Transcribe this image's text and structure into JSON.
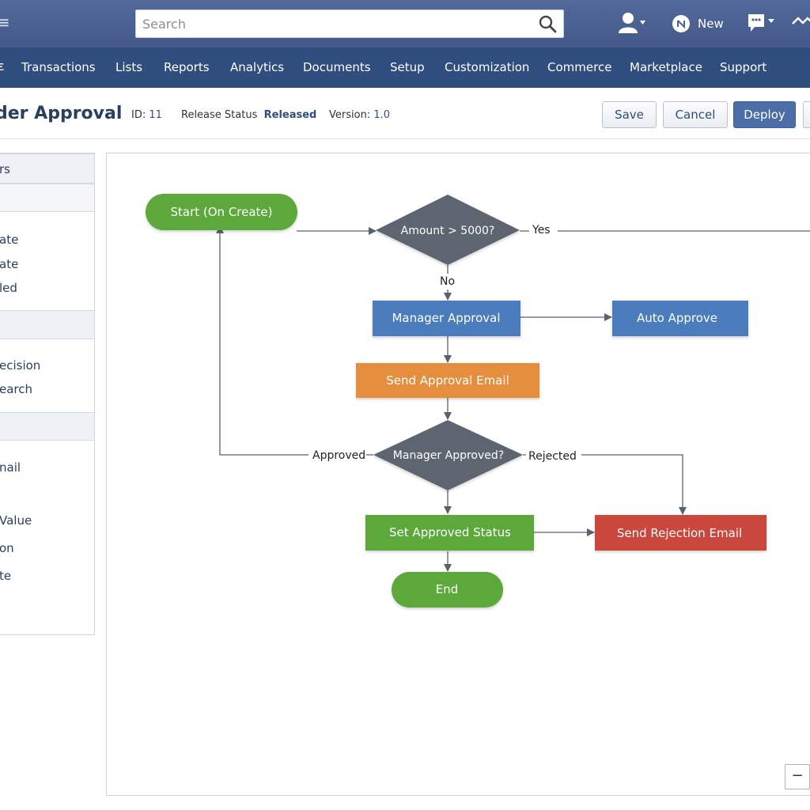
{
  "topbar": {
    "search_placeholder": "Search",
    "icons": [
      "search-icon",
      "user-icon",
      "new-icon",
      "chat-icon",
      "more-icon"
    ],
    "new_label": "New"
  },
  "nav": {
    "items": [
      "Transactions",
      "Lists",
      "Reports",
      "Analytics",
      "Documents",
      "Setup",
      "Customization",
      "Commerce",
      "Marketplace",
      "Support"
    ]
  },
  "header": {
    "title": "der Approval",
    "id_label": "ID:",
    "id_value": "11",
    "release_label": "Release Status",
    "release_value": "Released",
    "version_label": "Version:",
    "version_value": "1.0",
    "save": "Save",
    "cancel": "Cancel",
    "deploy": "Deploy"
  },
  "sidebar": {
    "head1": "rs",
    "items1": [
      "ate",
      "ate",
      "led"
    ],
    "items2": [
      "ecision",
      "earch"
    ],
    "items3": [
      "nail",
      "Value",
      "on",
      "te"
    ]
  },
  "flow": {
    "start": "Start (On Create)",
    "decision1": "Amount > 5000?",
    "yes": "Yes",
    "no": "No",
    "manager_approval": "Manager Approval",
    "auto_approve": "Auto Approve",
    "send_email": "Send Approval Email",
    "decision2": "Manager Approved?",
    "approved": "Approved",
    "rejected": "Rejected",
    "set_status": "Set Approved Status",
    "rejection_email": "Send Rejection Email",
    "end": "End"
  },
  "canvas": {
    "zoom_out": "−"
  },
  "colors": {
    "topbar": "#4a6391",
    "navbar": "#2f4d7d",
    "green": "#5ba83a",
    "blue": "#4c7bbd",
    "orange": "#e58e3c",
    "red": "#c9463d",
    "diamond": "#5d6570"
  }
}
